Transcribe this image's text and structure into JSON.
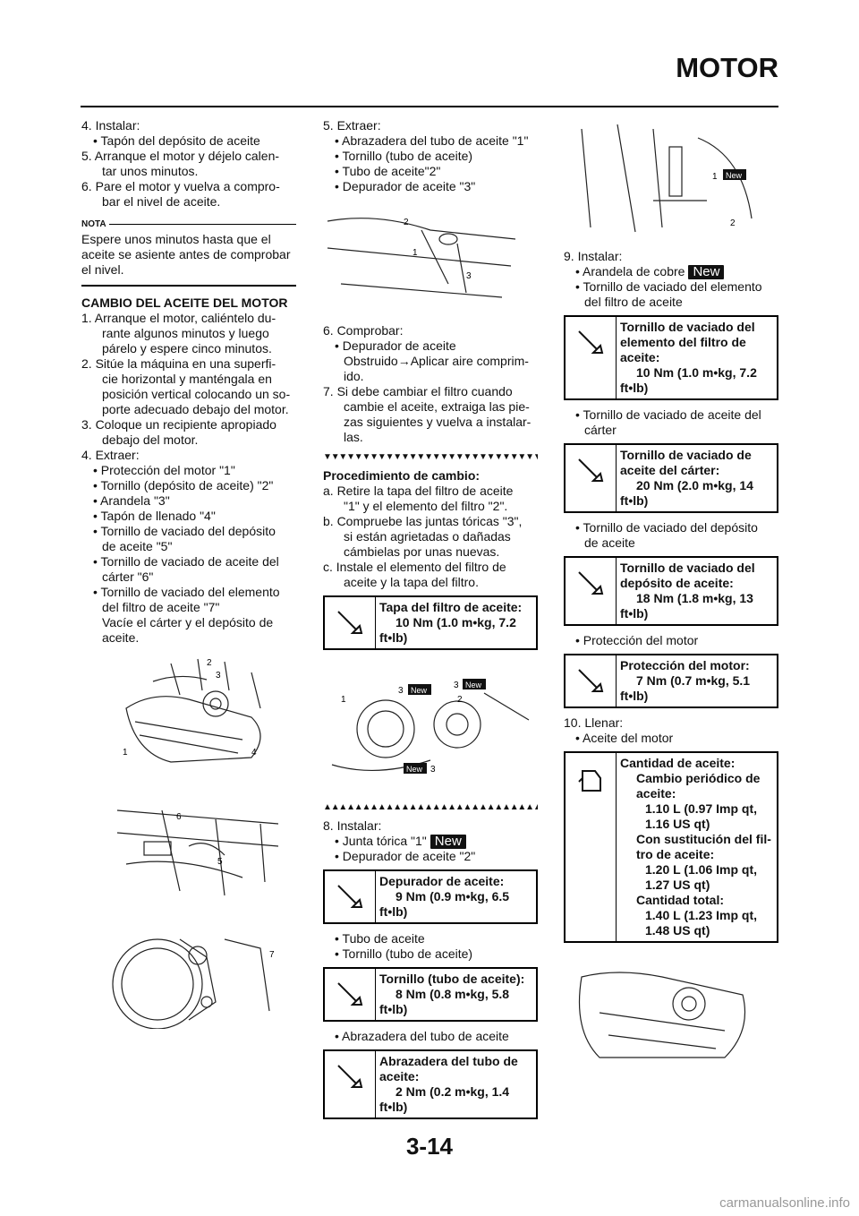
{
  "header": {
    "title": "MOTOR"
  },
  "col1": {
    "l1": "4. Instalar:",
    "l2": "• Tapón del depósito de aceite",
    "l3": "5. Arranque el motor y déjelo calen-",
    "l4": "tar unos minutos.",
    "l5": "6. Pare el motor y vuelva a compro-",
    "l6": "bar el nivel de aceite.",
    "nota_label": "NOTA",
    "n1": "Espere unos minutos hasta que el",
    "n2": "aceite se asiente antes de comprobar",
    "n3": "el nivel.",
    "heading": "CAMBIO DEL ACEITE DEL MOTOR",
    "s1": "1. Arranque el motor, caliéntelo du-",
    "s2": "rante algunos minutos y luego",
    "s3": "párelo y espere cinco minutos.",
    "s4": "2. Sitúe la máquina en una superfi-",
    "s5": "cie horizontal y manténgala en",
    "s6": "posición vertical colocando un so-",
    "s7": "porte adecuado debajo del motor.",
    "s8": "3. Coloque un recipiente apropiado",
    "s9": "debajo del motor.",
    "s10": "4. Extraer:",
    "s11": "• Protección del motor \"1\"",
    "s12": "• Tornillo (depósito de aceite) \"2\"",
    "s13": "• Arandela \"3\"",
    "s14": "• Tapón de llenado \"4\"",
    "s15": "• Tornillo de vaciado del depósito",
    "s16": "de aceite \"5\"",
    "s17": "• Tornillo de vaciado de aceite del",
    "s18": "cárter \"6\"",
    "s19": "• Tornillo de vaciado del elemento",
    "s20": "del filtro de aceite \"7\"",
    "s21": "Vacíe el cárter y el depósito de",
    "s22": "aceite.",
    "fig1": {
      "c1": "1",
      "c2": "2",
      "c3": "3",
      "c4": "4"
    },
    "fig2": {
      "c5": "5",
      "c6": "6"
    },
    "fig3": {
      "c7": "7"
    }
  },
  "col2": {
    "l1": "5. Extraer:",
    "l2": "• Abrazadera del tubo de aceite \"1\"",
    "l3": "• Tornillo (tubo de aceite)",
    "l4": "• Tubo de aceite\"2\"",
    "l5": "• Depurador de aceite \"3\"",
    "fig": {
      "c1": "1",
      "c2": "2",
      "c3": "3"
    },
    "m1": "6. Comprobar:",
    "m2": "• Depurador de aceite",
    "m3": "Obstruido→Aplicar aire comprim-",
    "m4": "ido.",
    "m5": "7. Si debe cambiar el filtro cuando",
    "m6": "cambie el aceite, extraiga las pie-",
    "m7": "zas siguientes y vuelva a instalar-",
    "m8": "las.",
    "tri": "▼▼▼▼▼▼▼▼▼▼▼▼▼▼▼▼▼▼▼▼▼▼▼▼▼▼▼▼",
    "proc": "Procedimiento de cambio:",
    "p1": "a. Retire la tapa del filtro de aceite",
    "p2": "\"1\" y el elemento del filtro \"2\".",
    "p3": "b. Compruebe las juntas tóricas \"3\",",
    "p4": "si están agrietadas o dañadas",
    "p5": "cámbielas por unas nuevas.",
    "p6": "c. Instale el elemento del filtro de",
    "p7": "aceite y la tapa del filtro.",
    "t1a": "Tapa del filtro de aceite:",
    "t1b": "10 Nm (1.0 m•kg, 7.2",
    "t1c": "ft•lb)",
    "fig2": {
      "c1": "1",
      "c2": "2",
      "c3": "3",
      "new": "New"
    },
    "tri2": "▲▲▲▲▲▲▲▲▲▲▲▲▲▲▲▲▲▲▲▲▲▲▲▲▲▲▲▲",
    "q1": "8. Instalar:",
    "q2": "• Junta tórica \"1\"",
    "new": "New",
    "q3": "• Depurador de aceite \"2\"",
    "t2a": "Depurador de aceite:",
    "t2b": "9 Nm (0.9 m•kg, 6.5",
    "t2c": "ft•lb)",
    "q4": "• Tubo de aceite",
    "q5": "• Tornillo (tubo de aceite)",
    "t3a": "Tornillo (tubo de aceite):",
    "t3b": "8 Nm (0.8 m•kg, 5.8",
    "t3c": "ft•lb)",
    "q6": "• Abrazadera del tubo de aceite",
    "t4a": "Abrazadera del tubo de",
    "t4b": "aceite:",
    "t4c": "2 Nm (0.2 m•kg, 1.4",
    "t4d": "ft•lb)"
  },
  "col3": {
    "fig": {
      "c1": "1",
      "c2": "2",
      "new": "New"
    },
    "r1": "9. Instalar:",
    "r2": "• Arandela de cobre",
    "new": "New",
    "r3": "• Tornillo de vaciado del elemento",
    "r4": "del filtro de aceite",
    "t1a": "Tornillo de vaciado del",
    "t1b": "elemento del filtro de",
    "t1c": "aceite:",
    "t1d": "10 Nm (1.0 m•kg, 7.2",
    "t1e": "ft•lb)",
    "r5": "• Tornillo de vaciado de aceite del",
    "r6": "cárter",
    "t2a": "Tornillo de vaciado de",
    "t2b": "aceite del cárter:",
    "t2c": "20 Nm (2.0 m•kg, 14",
    "t2d": "ft•lb)",
    "r7": "• Tornillo de vaciado del depósito",
    "r8": "de aceite",
    "t3a": "Tornillo de vaciado del",
    "t3b": "depósito de aceite:",
    "t3c": "18 Nm (1.8 m•kg, 13",
    "t3d": "ft•lb)",
    "r9": "• Protección del motor",
    "t4a": "Protección del motor:",
    "t4b": "7 Nm (0.7 m•kg, 5.1",
    "t4c": "ft•lb)",
    "r10": "10. Llenar:",
    "r11": "• Aceite del motor",
    "q1": "Cantidad de aceite:",
    "q2": "Cambio periódico de",
    "q3": "aceite:",
    "q4": "1.10 L (0.97 Imp qt,",
    "q5": "1.16 US qt)",
    "q6": "Con sustitución del fil-",
    "q7": "tro de aceite:",
    "q8": "1.20 L (1.06 Imp qt,",
    "q9": "1.27 US qt)",
    "q10": "Cantidad total:",
    "q11": "1.40 L (1.23 Imp qt,",
    "q12": "1.48 US qt)"
  },
  "footer": {
    "page": "3-14"
  },
  "watermark": "carmanualsonline.info"
}
